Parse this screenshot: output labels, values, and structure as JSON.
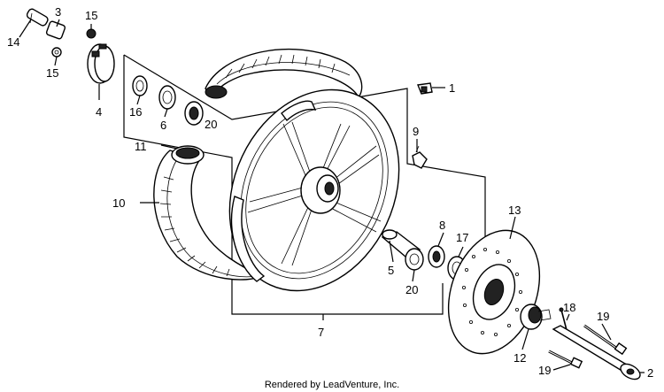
{
  "diagram": {
    "callouts": [
      {
        "id": "c1",
        "label": "1"
      },
      {
        "id": "c2",
        "label": "2"
      },
      {
        "id": "c3",
        "label": "3"
      },
      {
        "id": "c4",
        "label": "4"
      },
      {
        "id": "c5",
        "label": "5"
      },
      {
        "id": "c6",
        "label": "6"
      },
      {
        "id": "c7",
        "label": "7"
      },
      {
        "id": "c8",
        "label": "8"
      },
      {
        "id": "c9",
        "label": "9"
      },
      {
        "id": "c10",
        "label": "10"
      },
      {
        "id": "c11",
        "label": "11"
      },
      {
        "id": "c12",
        "label": "12"
      },
      {
        "id": "c13",
        "label": "13"
      },
      {
        "id": "c14",
        "label": "14"
      },
      {
        "id": "c15a",
        "label": "15"
      },
      {
        "id": "c15b",
        "label": "15"
      },
      {
        "id": "c16",
        "label": "16"
      },
      {
        "id": "c17",
        "label": "17"
      },
      {
        "id": "c18",
        "label": "18"
      },
      {
        "id": "c19a",
        "label": "19"
      },
      {
        "id": "c19b",
        "label": "19"
      },
      {
        "id": "c20a",
        "label": "20"
      },
      {
        "id": "c20b",
        "label": "20"
      }
    ],
    "credit": "Rendered by LeadVenture, Inc."
  }
}
